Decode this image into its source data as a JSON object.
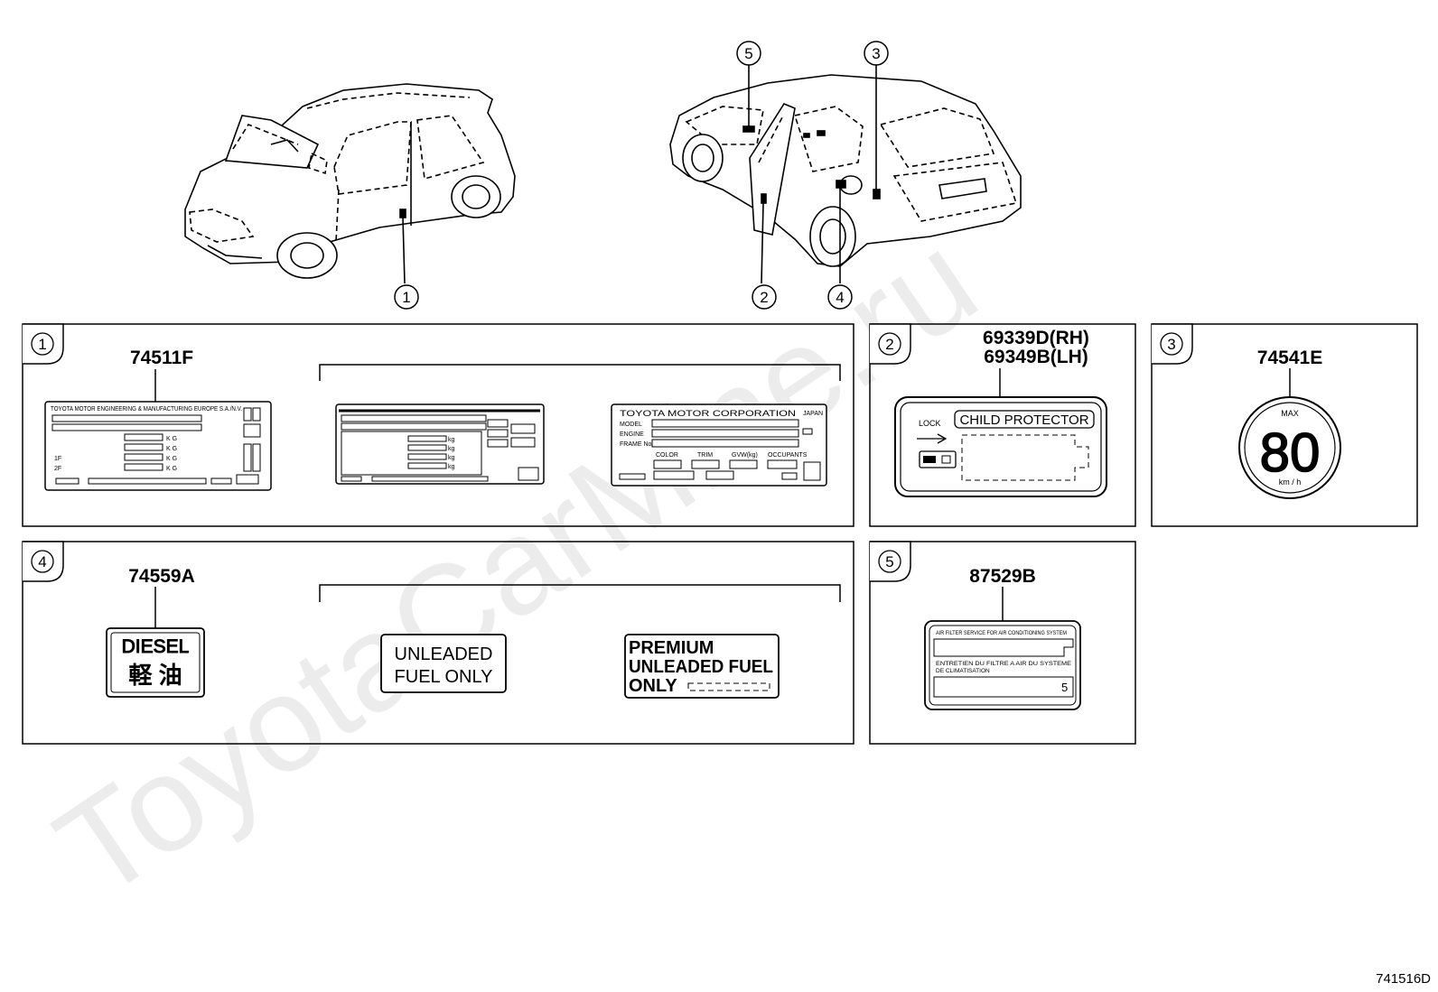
{
  "diagram": {
    "page_code": "741516D",
    "watermark": "ToyotaCarMine.ru",
    "callouts": [
      "1",
      "2",
      "3",
      "4",
      "5"
    ],
    "panels": [
      {
        "id": "1",
        "part_numbers": [
          "74511F"
        ],
        "labels": [
          {
            "name": "weight-plate-label",
            "lines": [
              "TOYOTA MOTOR ENGINEERING & MANUFACTURING EUROPE S.A./N.V.",
              "1F",
              "2F",
              "K G",
              "K G",
              "K G",
              "K G"
            ]
          },
          {
            "name": "weight-plate-label-variant",
            "lines": [
              "kg",
              "kg",
              "kg",
              "kg"
            ]
          },
          {
            "name": "vehicle-id-plate-label",
            "lines": [
              "TOYOTA MOTOR CORPORATION",
              "JAPAN",
              "MODEL",
              "ENGINE",
              "FRAME No.",
              "COLOR",
              "TRIM",
              "GVW(kg)",
              "OCCUPANTS"
            ]
          }
        ]
      },
      {
        "id": "2",
        "part_numbers": [
          "69339D(RH)",
          "69349B(LH)"
        ],
        "labels": [
          {
            "name": "child-protector-label",
            "lines": [
              "LOCK",
              "CHILD PROTECTOR"
            ]
          }
        ]
      },
      {
        "id": "3",
        "part_numbers": [
          "74541E"
        ],
        "labels": [
          {
            "name": "speed-limit-label",
            "lines": [
              "MAX",
              "80",
              "km / h"
            ]
          }
        ]
      },
      {
        "id": "4",
        "part_numbers": [
          "74559A"
        ],
        "labels": [
          {
            "name": "diesel-fuel-label",
            "lines": [
              "DIESEL",
              "軽 油"
            ]
          },
          {
            "name": "unleaded-fuel-label",
            "lines": [
              "UNLEADED",
              "FUEL ONLY"
            ]
          },
          {
            "name": "premium-unleaded-fuel-label",
            "lines": [
              "PREMIUM",
              "UNLEADED FUEL",
              "ONLY"
            ]
          }
        ]
      },
      {
        "id": "5",
        "part_numbers": [
          "87529B"
        ],
        "labels": [
          {
            "name": "air-filter-service-label",
            "lines": [
              "AIR FILTER SERVICE FOR AIR CONDITIONING SYSTEM",
              "ENTRETIEN DU FILTRE A AIR DU SYSTEME",
              "DE CLIMATISATION",
              "5"
            ]
          }
        ]
      }
    ]
  }
}
